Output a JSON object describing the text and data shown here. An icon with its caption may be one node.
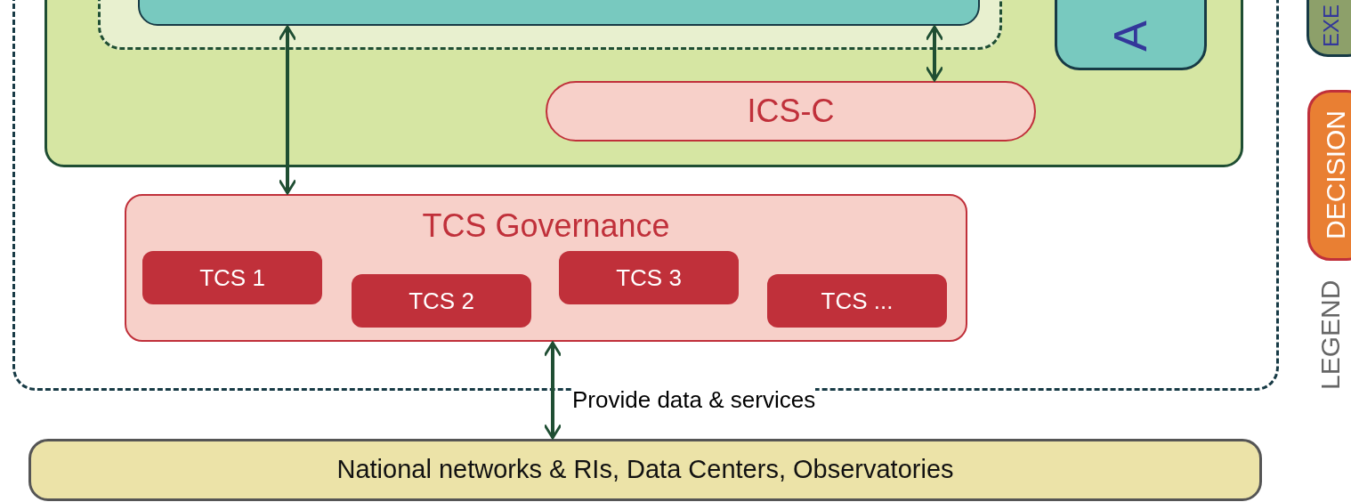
{
  "diagram": {
    "nodes": [
      {
        "text": [],
        "shape": "box"
      },
      {
        "text": [],
        "shape": "box",
        "in": 0
      },
      {
        "text": [],
        "shape": "box",
        "in": 1
      },
      {
        "text": [],
        "shape": "box",
        "in": 2
      },
      {
        "text": [
          "A"
        ],
        "in": 1
      },
      {
        "text": [
          "ICS-C"
        ],
        "in": 1
      },
      {
        "text": [
          "TCS Governance"
        ],
        "in": 0
      },
      {
        "text": [
          "TCS 1"
        ],
        "in": 6
      },
      {
        "text": [
          "TCS 2"
        ],
        "in": 6
      },
      {
        "text": [
          "TCS 3"
        ],
        "in": 6
      },
      {
        "text": [
          "TCS ..."
        ],
        "in": 6
      },
      {
        "text": [
          "National networks & RIs, Data Centers, Observatories"
        ]
      },
      {
        "text": [
          "EXE"
        ]
      },
      {
        "text": [
          "DECISION"
        ]
      }
    ],
    "edges": [
      {
        "from": 3,
        "to": 6,
        "arrow": "both"
      },
      {
        "from": 3,
        "to": 5,
        "arrow": "both"
      },
      {
        "from": 6,
        "to": 11,
        "arrow": "both",
        "label": "Provide data & services"
      }
    ],
    "labels": [
      "LEGEND"
    ]
  }
}
